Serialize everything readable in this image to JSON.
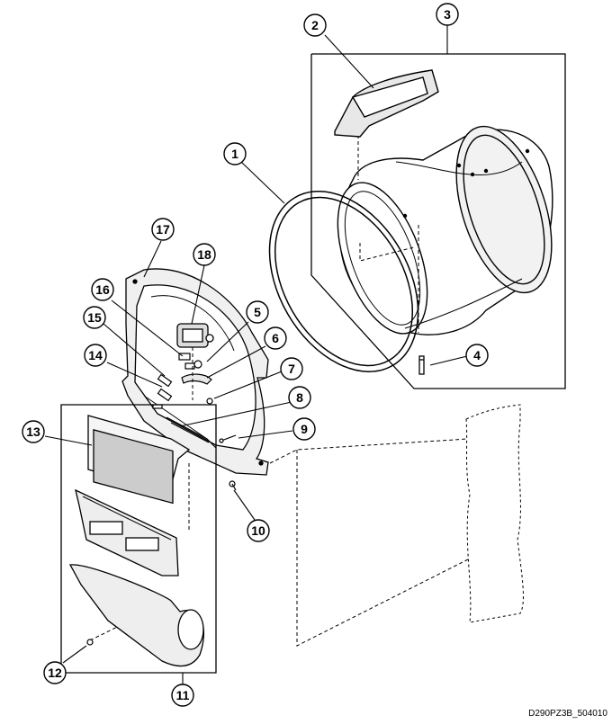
{
  "diagram": {
    "reference_code": "D290PZ3B_504010",
    "callouts": [
      {
        "id": "callout-1",
        "label": "1"
      },
      {
        "id": "callout-2",
        "label": "2"
      },
      {
        "id": "callout-3",
        "label": "3"
      },
      {
        "id": "callout-4",
        "label": "4"
      },
      {
        "id": "callout-5",
        "label": "5"
      },
      {
        "id": "callout-6",
        "label": "6"
      },
      {
        "id": "callout-7",
        "label": "7"
      },
      {
        "id": "callout-8",
        "label": "8"
      },
      {
        "id": "callout-9",
        "label": "9"
      },
      {
        "id": "callout-10",
        "label": "10"
      },
      {
        "id": "callout-11",
        "label": "11"
      },
      {
        "id": "callout-12",
        "label": "12"
      },
      {
        "id": "callout-13",
        "label": "13"
      },
      {
        "id": "callout-14",
        "label": "14"
      },
      {
        "id": "callout-15",
        "label": "15"
      },
      {
        "id": "callout-16",
        "label": "16"
      },
      {
        "id": "callout-17",
        "label": "17"
      },
      {
        "id": "callout-18",
        "label": "18"
      }
    ]
  }
}
